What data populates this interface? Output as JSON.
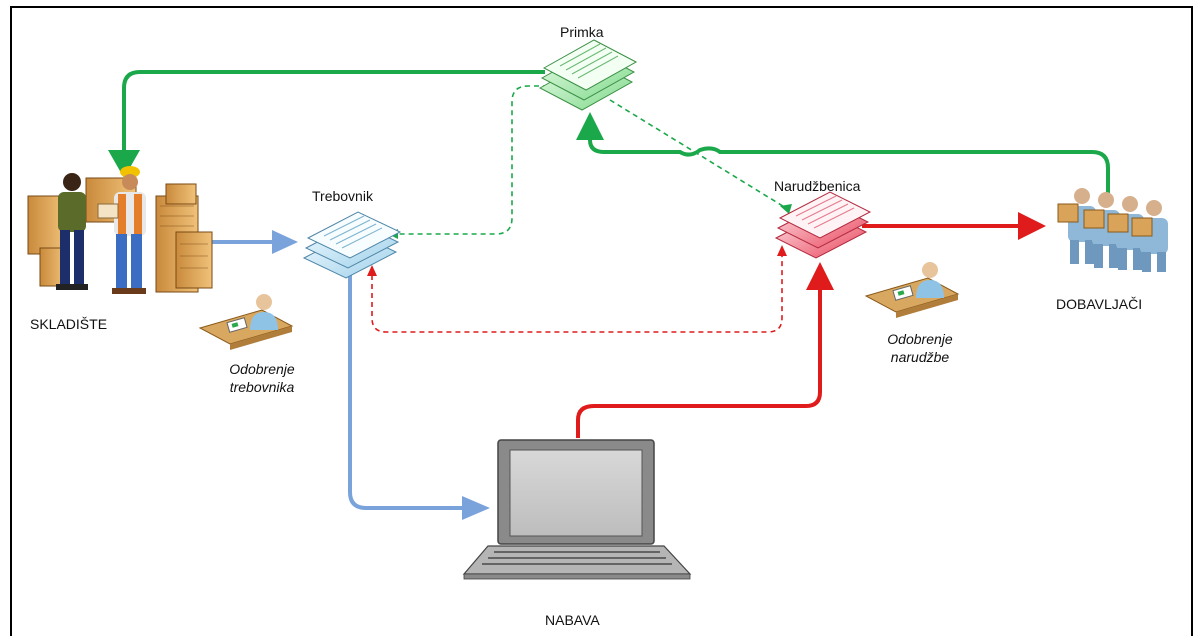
{
  "nodes": {
    "primka": "Primka",
    "trebovnik": "Trebovnik",
    "narudzbenica": "Narudžbenica",
    "skladiste": "SKLADIŠTE",
    "dobavljaci": "DOBAVLJAČI",
    "nabava": "NABAVA"
  },
  "approvals": {
    "trebovnik_line1": "Odobrenje",
    "trebovnik_line2": "trebovnika",
    "narudzba_line1": "Odobrenje",
    "narudzba_line2": "narudžbe"
  },
  "colors": {
    "green_flow": "#1aa84a",
    "red_flow": "#e01b1b",
    "blue_flow": "#7aa3dc",
    "doc_green": "#aee9b0",
    "doc_red": "#f06a7a",
    "doc_blue": "#bfe0f0"
  }
}
